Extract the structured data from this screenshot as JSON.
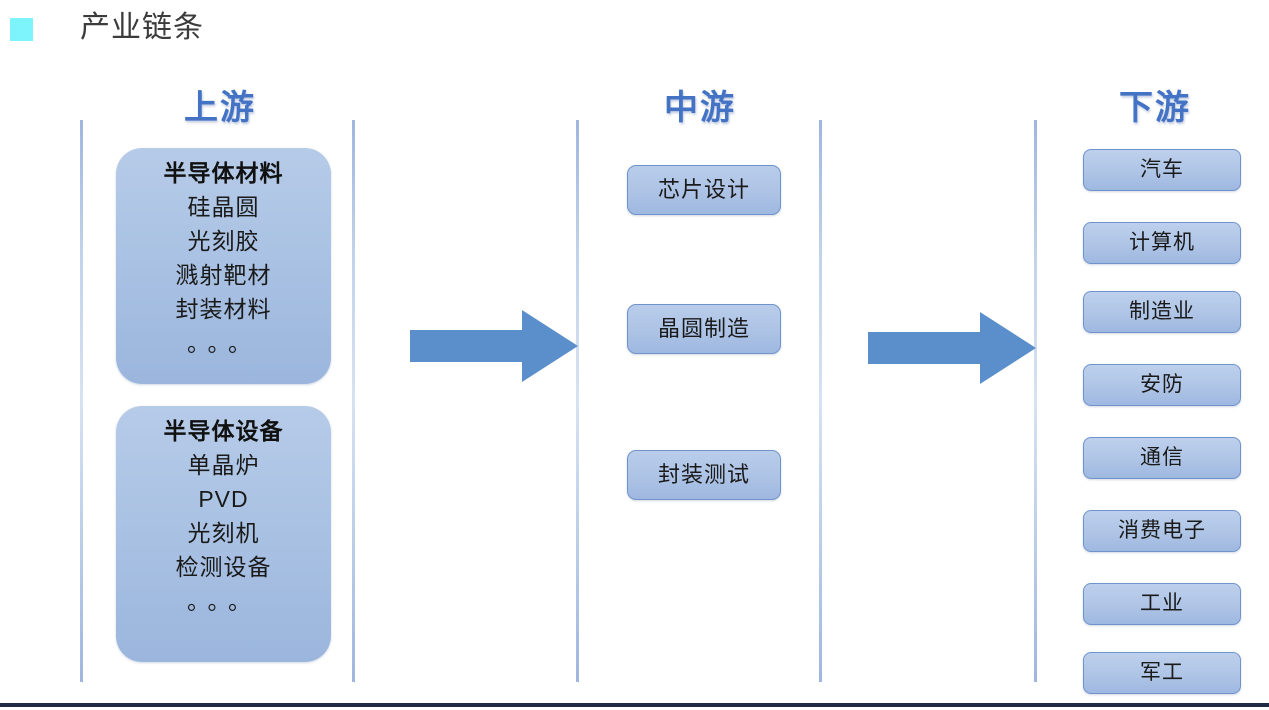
{
  "slide": {
    "title": "产业链条",
    "bullet_color": "#7df4fb",
    "accent_color": "#4472c4",
    "arrow_color": "#5b8fcb",
    "bottom_rule_color": "#1f2a44"
  },
  "columns": {
    "upstream": {
      "header": "上游",
      "cards": [
        {
          "heading": "半导体材料",
          "items": [
            "硅晶圆",
            "光刻胶",
            "溅射靶材",
            "封装材料"
          ],
          "ellipsis": "。。。"
        },
        {
          "heading": "半导体设备",
          "items": [
            "单晶炉",
            "PVD",
            "光刻机",
            "检测设备"
          ],
          "ellipsis": "。。。"
        }
      ]
    },
    "midstream": {
      "header": "中游",
      "boxes": [
        "芯片设计",
        "晶圆制造",
        "封装测试"
      ]
    },
    "downstream": {
      "header": "下游",
      "boxes": [
        "汽车",
        "计算机",
        "制造业",
        "安防",
        "通信",
        "消费电子",
        "工业",
        "军工"
      ]
    }
  },
  "arrows": [
    {
      "name": "arrow-upstream-to-midstream",
      "direction": "right"
    },
    {
      "name": "arrow-midstream-to-downstream",
      "direction": "right"
    }
  ]
}
